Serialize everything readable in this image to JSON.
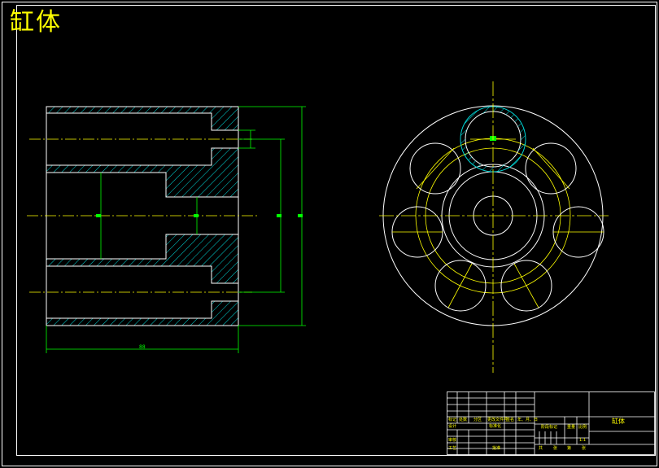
{
  "drawing": {
    "title": "缸体",
    "colors": {
      "background": "#000000",
      "outline": "#ffffff",
      "hatch": "#00d7d7",
      "centerline": "#ffff00",
      "dimension": "#00ff00",
      "title_text": "#ffff00"
    }
  },
  "dimension_label": "88",
  "title_block": {
    "part_name": "缸体",
    "row_labels": {
      "mark": "标记",
      "count": "处数",
      "zone": "分区",
      "change_doc": "更改文件号",
      "signature": "签名",
      "date": "年、月、日",
      "design": "设计",
      "standardize": "标准化",
      "check": "审核",
      "process": "工艺",
      "approve": "批准",
      "stage_mark": "阶段标记",
      "weight": "重量",
      "scale": "比例",
      "scale_value": "1:1",
      "sheets_total": "共",
      "sheet_word": "张",
      "sheet_no": "第"
    }
  }
}
